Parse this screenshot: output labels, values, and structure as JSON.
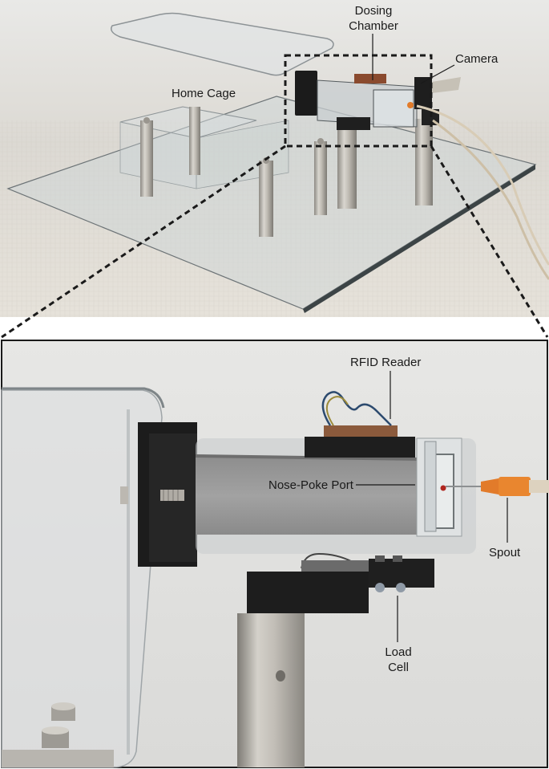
{
  "labels": {
    "dosing_chamber_line1": "Dosing",
    "dosing_chamber_line2": "Chamber",
    "camera": "Camera",
    "home_cage": "Home Cage",
    "rfid_reader": "RFID Reader",
    "nose_poke_port": "Nose-Poke Port",
    "spout": "Spout",
    "load_cell_line1": "Load",
    "load_cell_line2": "Cell"
  },
  "colors": {
    "background_top": "#e8e8e6",
    "background_bottom": "#d8d8d6",
    "acrylic": "#c9d2d6",
    "black_part": "#1b1b1b",
    "steel": "#b7b4ae",
    "spout_orange": "#e27b2a",
    "tube": "#ddd2bf"
  }
}
